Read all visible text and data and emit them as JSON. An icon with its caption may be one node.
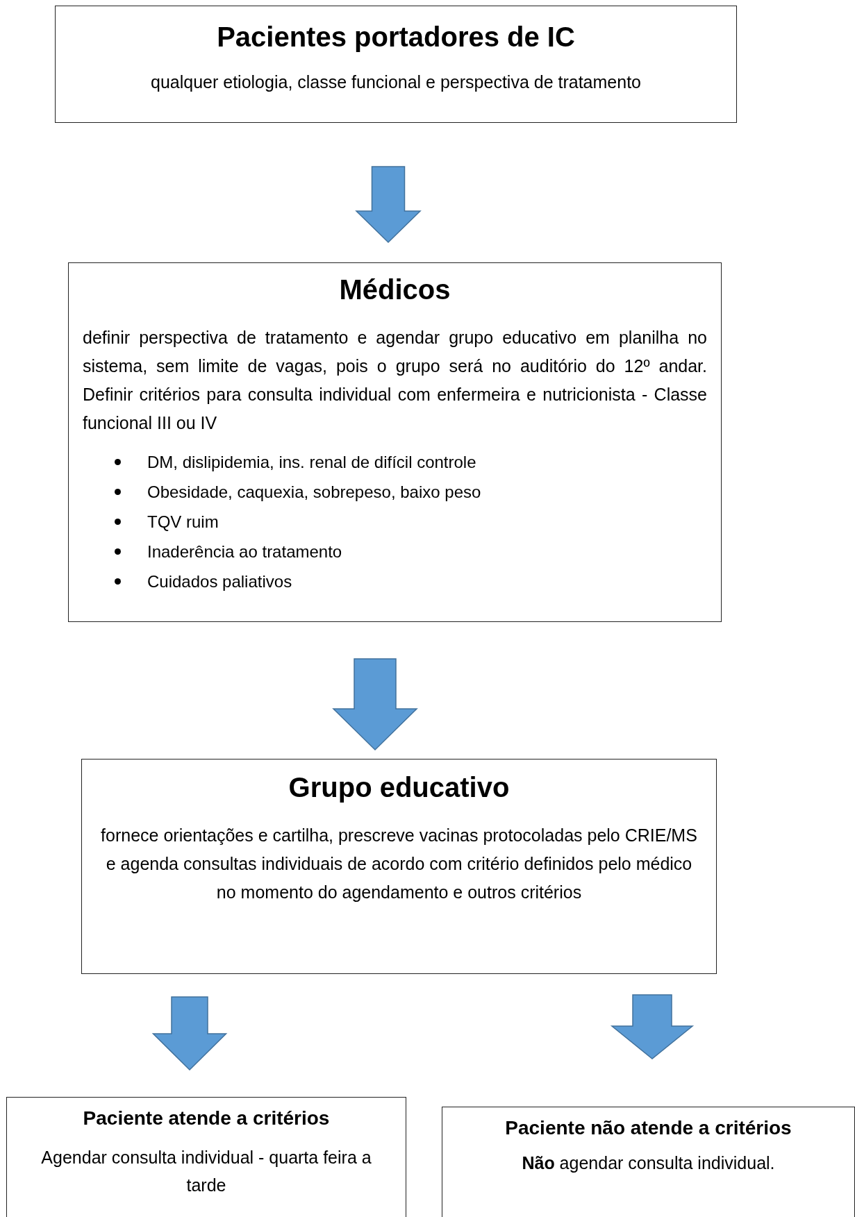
{
  "diagram": {
    "nodes": [
      {
        "text": [
          "Pacientes portadores de IC",
          "qualquer etiologia, classe funcional e perspectiva de tratamento"
        ]
      },
      {
        "text": [
          "Médicos",
          "definir perspectiva de tratamento e agendar grupo educativo em planilha no sistema, sem limite de vagas, pois o grupo será no auditório do 12º andar. Definir critérios para consulta individual com enfermeira e nutricionista - Classe funcional III ou IV",
          "DM, dislipidemia, ins. renal de difícil controle",
          "Obesidade, caquexia, sobrepeso, baixo peso",
          "TQV ruim",
          "Inaderência ao tratamento",
          "Cuidados paliativos"
        ]
      },
      {
        "text": [
          "Grupo educativo",
          "fornece orientações e cartilha, prescreve vacinas protocoladas pelo CRIE/MS e agenda consultas individuais de acordo com critério definidos pelo médico no momento do agendamento e outros critérios"
        ]
      },
      {
        "text": [
          "Paciente atende a critérios",
          "Agendar consulta individual - quarta feira a tarde"
        ]
      },
      {
        "text": [
          "Paciente não atende a critérios",
          "**Não** agendar consulta individual."
        ]
      }
    ],
    "edges": [
      {
        "from": 0,
        "to": 1,
        "arrow": "to"
      },
      {
        "from": 1,
        "to": 2,
        "arrow": "to"
      },
      {
        "from": 2,
        "to": 3,
        "arrow": "to"
      },
      {
        "from": 2,
        "to": 4,
        "arrow": "to"
      }
    ]
  }
}
